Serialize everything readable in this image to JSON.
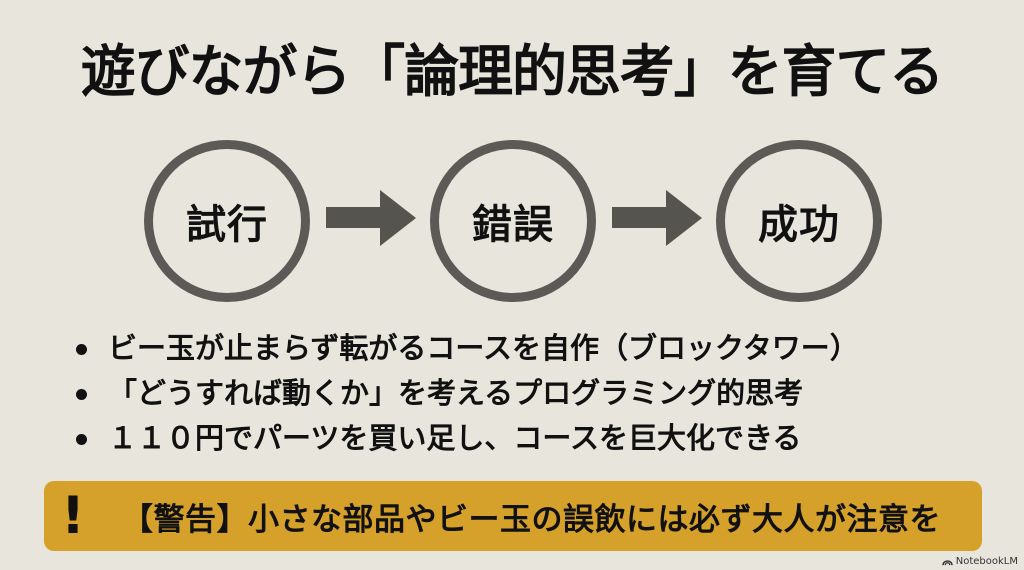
{
  "slide": {
    "title": "遊びながら「論理的思考」を育てる",
    "background_color": "#E8E5DC"
  },
  "flow": {
    "steps": [
      {
        "label": "試行"
      },
      {
        "label": "錯誤"
      },
      {
        "label": "成功"
      }
    ],
    "circle_color": "#5B5A56",
    "arrow_color": "#55544F",
    "arrow_icon": "right-arrow-icon"
  },
  "bullets": [
    {
      "text": "ビー玉が止まらず転がるコースを自作（ブロックタワー）"
    },
    {
      "text": "「どうすれば動くか」を考えるプログラミング的思考"
    },
    {
      "text": "１１０円でパーツを買い足し、コースを巨大化できる"
    }
  ],
  "warning": {
    "icon": "!",
    "text": "【警告】小さな部品やビー玉の誤飲には必ず大人が注意を",
    "background_color": "#D6A12A"
  },
  "branding": {
    "label": "NotebookLM",
    "icon": "notebooklm-logo-icon"
  }
}
